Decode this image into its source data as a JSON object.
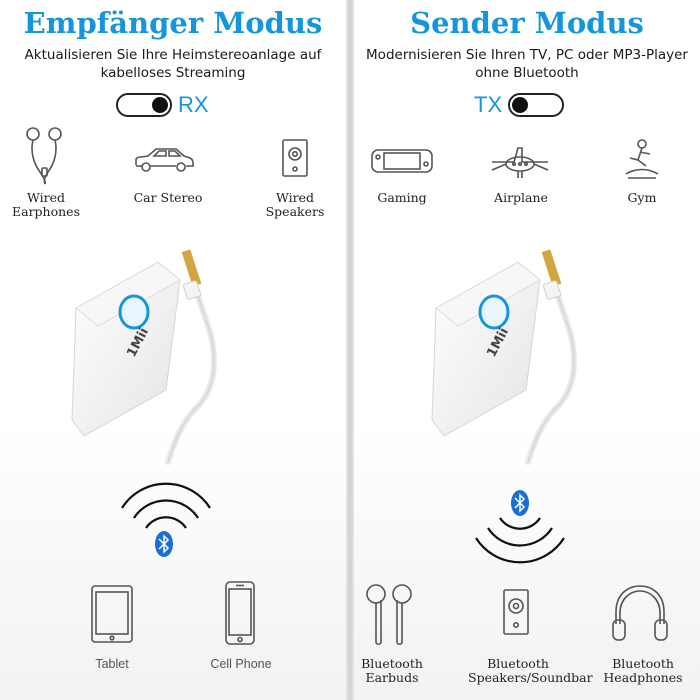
{
  "left": {
    "title": "Empfänger Modus",
    "subtitle_line1": "Aktualisieren Sie Ihre Heimstereoanlage auf",
    "subtitle_line2": "kabelloses Streaming",
    "mode": "RX",
    "top_items": [
      {
        "icon": "earphones-icon",
        "line1": "Wired",
        "line2": "Earphones"
      },
      {
        "icon": "car-icon",
        "line1": "Car Stereo",
        "line2": ""
      },
      {
        "icon": "speaker-icon",
        "line1": "Wired",
        "line2": "Speakers"
      }
    ],
    "device_brand": "1Mii",
    "bottom_items": [
      {
        "icon": "tablet-icon",
        "label": "Tablet"
      },
      {
        "icon": "cellphone-icon",
        "label": "Cell Phone"
      }
    ]
  },
  "right": {
    "title": "Sender Modus",
    "subtitle_line1": "Modernisieren Sie Ihren TV, PC oder MP3-Player",
    "subtitle_line2": "ohne Bluetooth",
    "mode": "TX",
    "top_items": [
      {
        "icon": "gaming-console-icon",
        "line1": "Gaming",
        "line2": ""
      },
      {
        "icon": "airplane-icon",
        "line1": "Airplane",
        "line2": ""
      },
      {
        "icon": "gym-icon",
        "line1": "Gym",
        "line2": ""
      }
    ],
    "device_brand": "1Mii",
    "bottom_items": [
      {
        "icon": "earbuds-icon",
        "line1": "Bluetooth",
        "line2": "Earbuds"
      },
      {
        "icon": "bluetooth-speaker-icon",
        "line1": "Bluetooth",
        "line2": "Speakers/Soundbar"
      },
      {
        "icon": "headphones-icon",
        "line1": "Bluetooth",
        "line2": "Headphones"
      }
    ]
  },
  "colors": {
    "accent": "#1496dc",
    "bluetooth": "#1a6fd1",
    "icon_stroke": "#555555"
  }
}
